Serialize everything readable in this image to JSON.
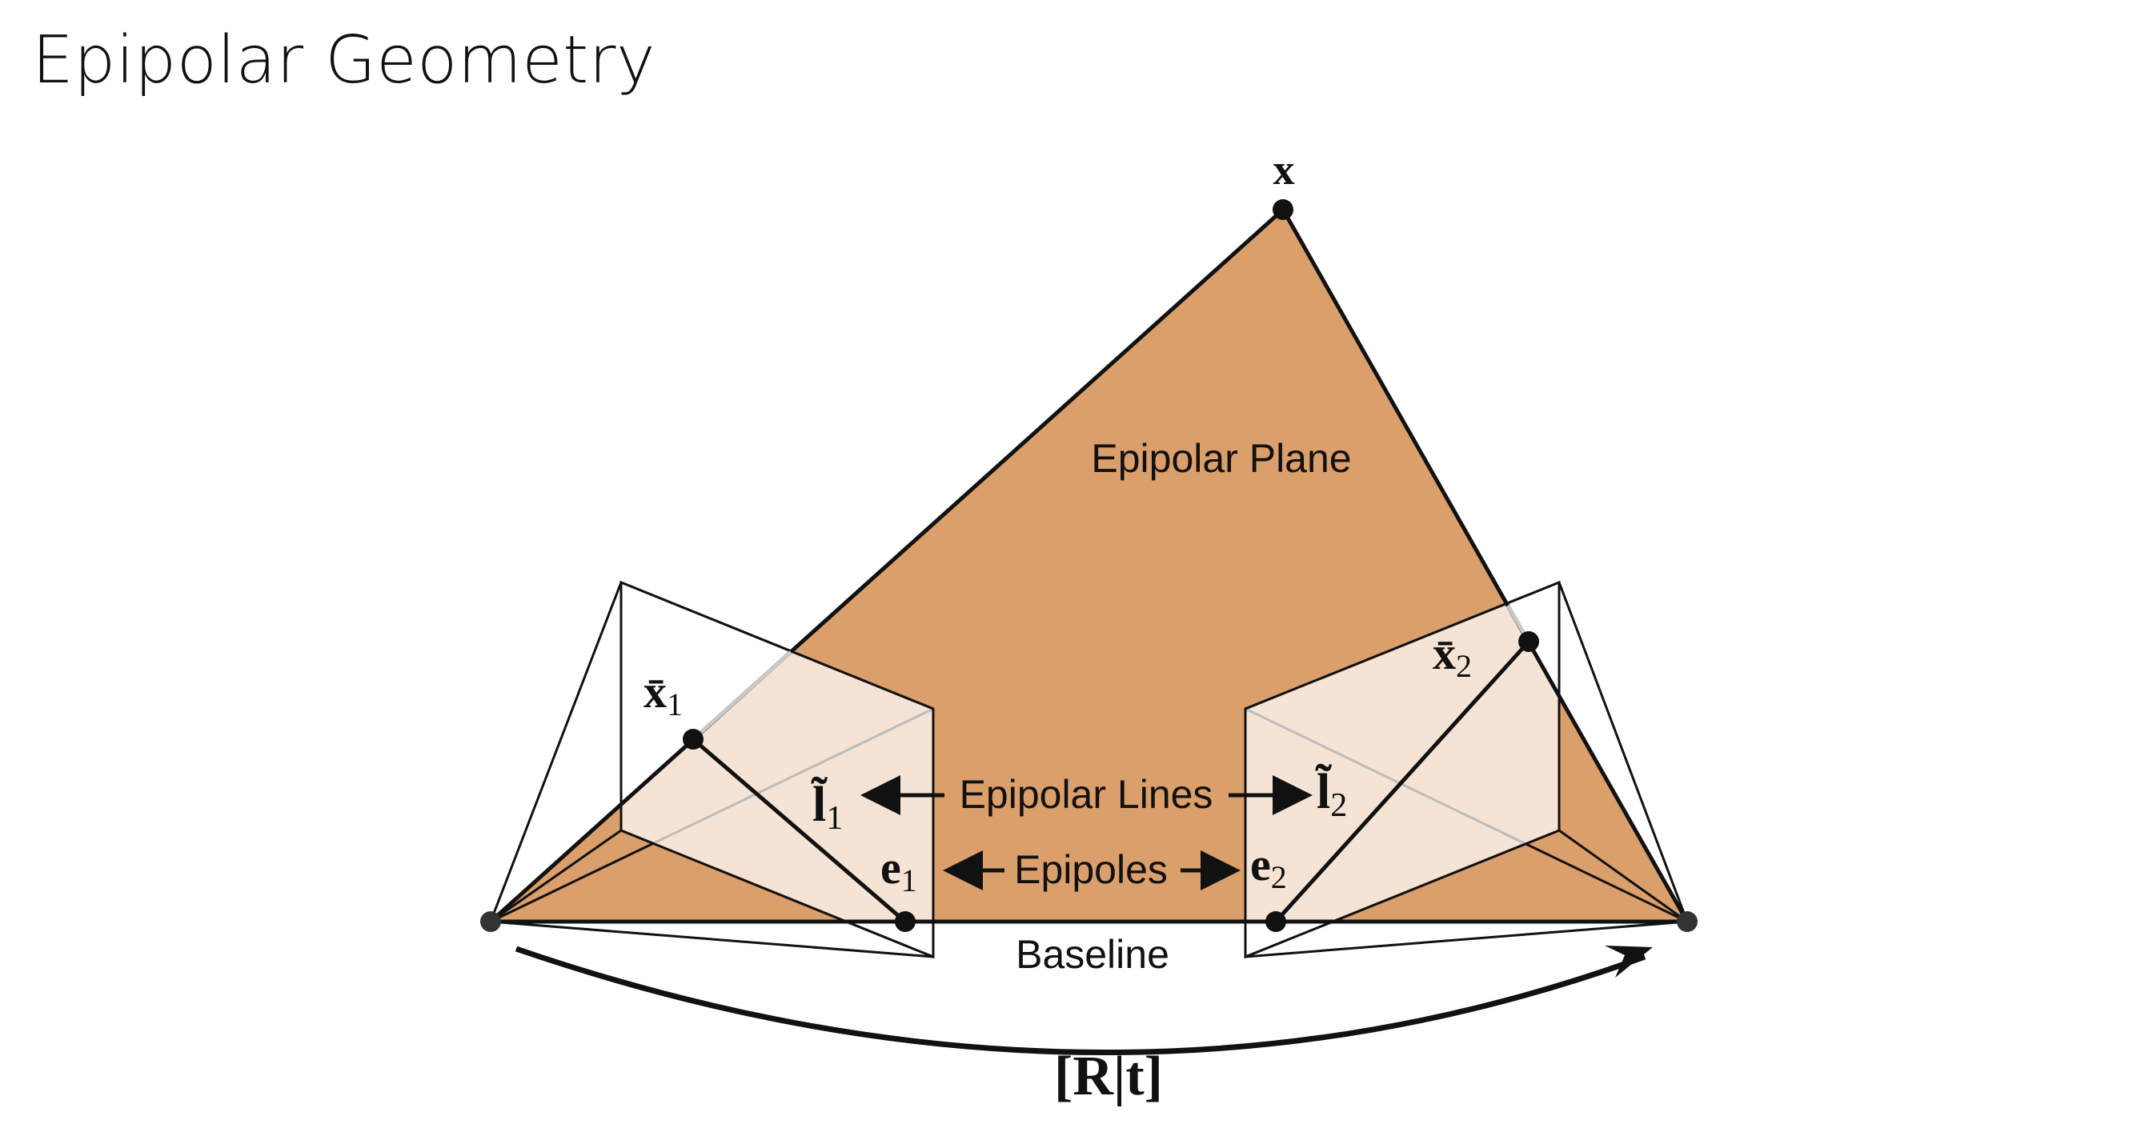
{
  "slide": {
    "title": "Epipolar Geometry",
    "page_number": ""
  },
  "diagram": {
    "colors": {
      "plane_fill": "#DA9F6A",
      "image_plane_fill": "#F6E9DE",
      "line": "#111111",
      "background": "#FFFFFF"
    },
    "labels": {
      "point_x": "x",
      "epipolar_plane": "Epipolar Plane",
      "epipolar_lines": "Epipolar Lines",
      "epipoles": "Epipoles",
      "baseline": "Baseline",
      "x1_base": "x̄",
      "x1_sub": "1",
      "x2_base": "x̄",
      "x2_sub": "2",
      "l1_base": "l̃",
      "l1_sub": "1",
      "l2_base": "l̃",
      "l2_sub": "2",
      "e1_base": "e",
      "e1_sub": "1",
      "e2_base": "e",
      "e2_sub": "2",
      "motion": "[R|t]"
    }
  }
}
